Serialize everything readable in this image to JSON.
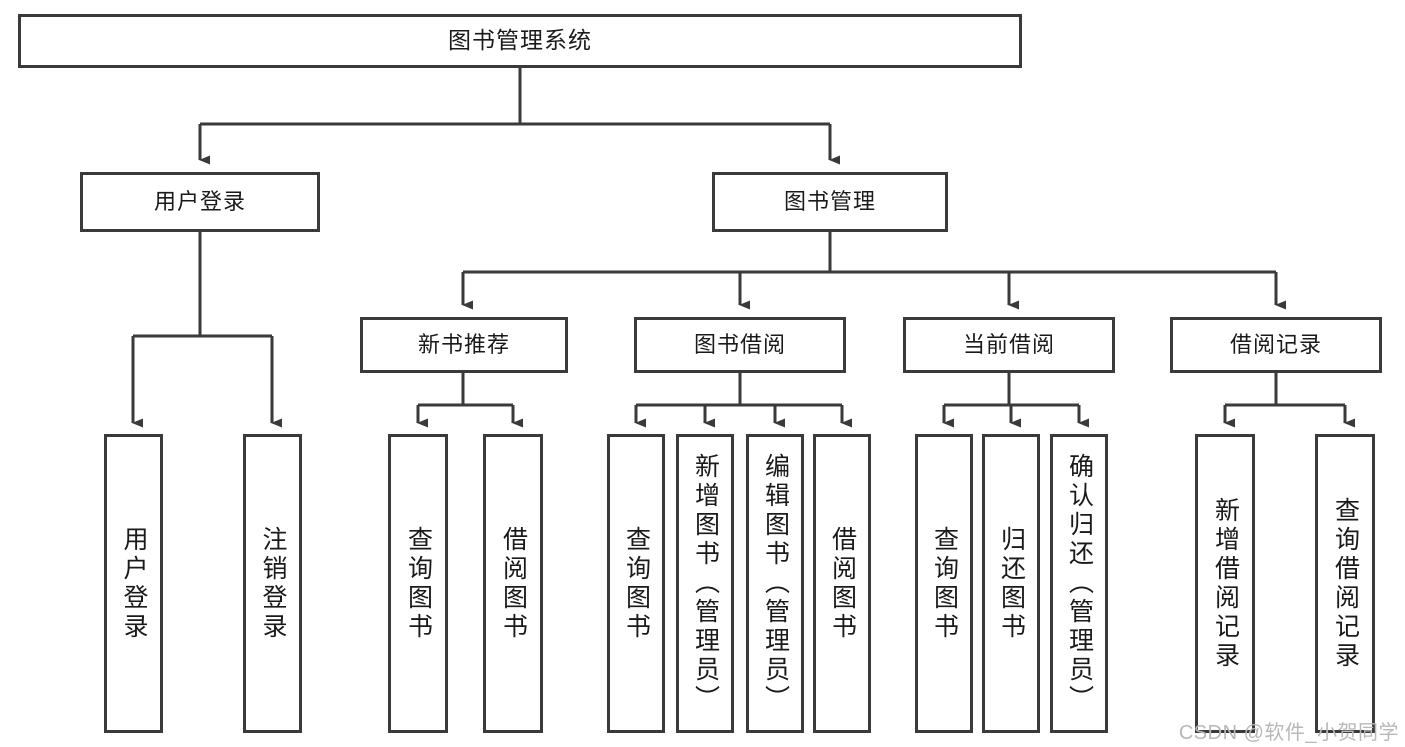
{
  "diagram": {
    "title": "图书管理系统",
    "type": "hierarchy-tree",
    "watermark": "CSDN @软件_小贺同学",
    "colors": {
      "stroke": "#3a3a3a",
      "fill": "#ffffff",
      "text": "#1a1a1a",
      "watermark": "#b8b8b8"
    },
    "levels": {
      "root": {
        "label": "图书管理系统"
      },
      "level1": [
        {
          "label": "用户登录"
        },
        {
          "label": "图书管理"
        }
      ],
      "level2": [
        {
          "label": "新书推荐"
        },
        {
          "label": "图书借阅"
        },
        {
          "label": "当前借阅"
        },
        {
          "label": "借阅记录"
        }
      ],
      "leaves": {
        "user_login": [
          {
            "label": "用户登录"
          },
          {
            "label": "注销登录"
          }
        ],
        "new_book_recommend": [
          {
            "label": "查询图书"
          },
          {
            "label": "借阅图书"
          }
        ],
        "book_borrow": [
          {
            "label": "查询图书"
          },
          {
            "label": "新增图书（管理员）"
          },
          {
            "label": "编辑图书（管理员）"
          },
          {
            "label": "借阅图书"
          }
        ],
        "current_borrow": [
          {
            "label": "查询图书"
          },
          {
            "label": "归还图书"
          },
          {
            "label": "确认归还（管理员）"
          }
        ],
        "borrow_record": [
          {
            "label": "新增借阅记录"
          },
          {
            "label": "查询借阅记录"
          }
        ]
      }
    }
  }
}
